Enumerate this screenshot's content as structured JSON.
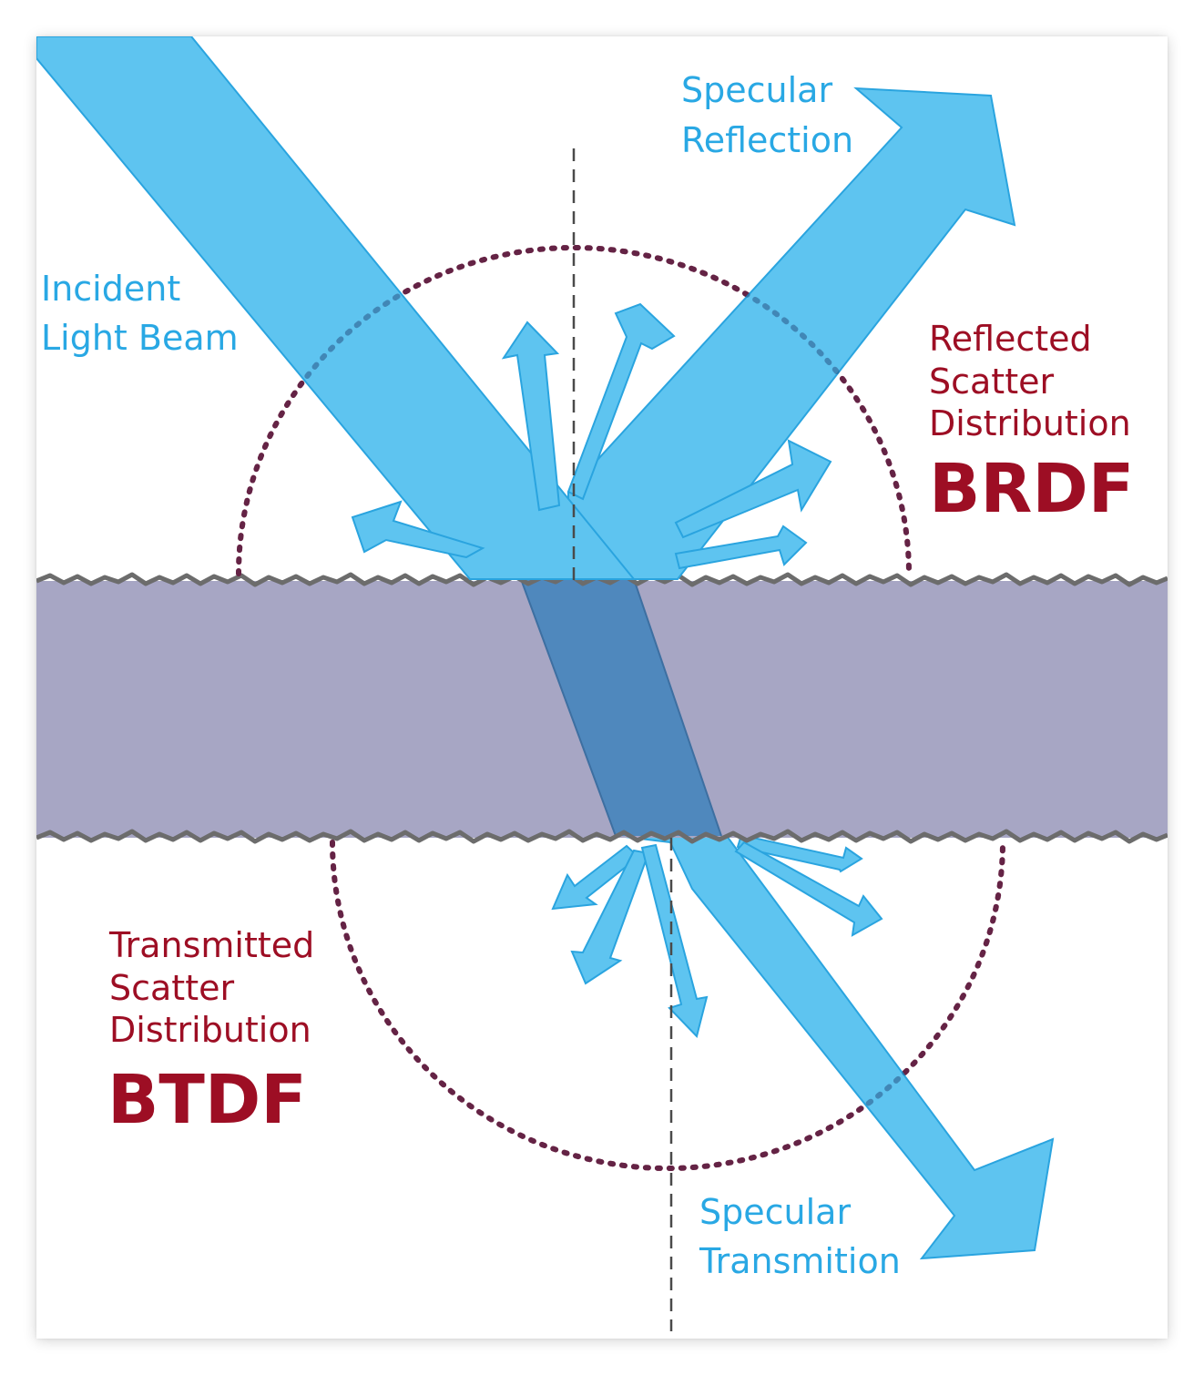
{
  "labels": {
    "incident": [
      "Incident",
      "Light Beam"
    ],
    "specular_reflection": [
      "Specular",
      "Reflection"
    ],
    "reflected_scatter": [
      "Reflected",
      "Scatter",
      "Distribution"
    ],
    "brdf": "BRDF",
    "transmitted_scatter": [
      "Transmitted",
      "Scatter",
      "Distribution"
    ],
    "btdf": "BTDF",
    "specular_transmission": [
      "Specular",
      "Transmition"
    ]
  },
  "colors": {
    "beam": "#5ec4f0",
    "beam_edge": "#2aa4df",
    "beam_in_material": "#4f88bd",
    "material": "#a7a6c4",
    "surface_edge": "#6c6c6c",
    "scatter_circle": "#9d0e24",
    "label_blue": "#29a8e4",
    "label_red": "#9d0e24"
  }
}
